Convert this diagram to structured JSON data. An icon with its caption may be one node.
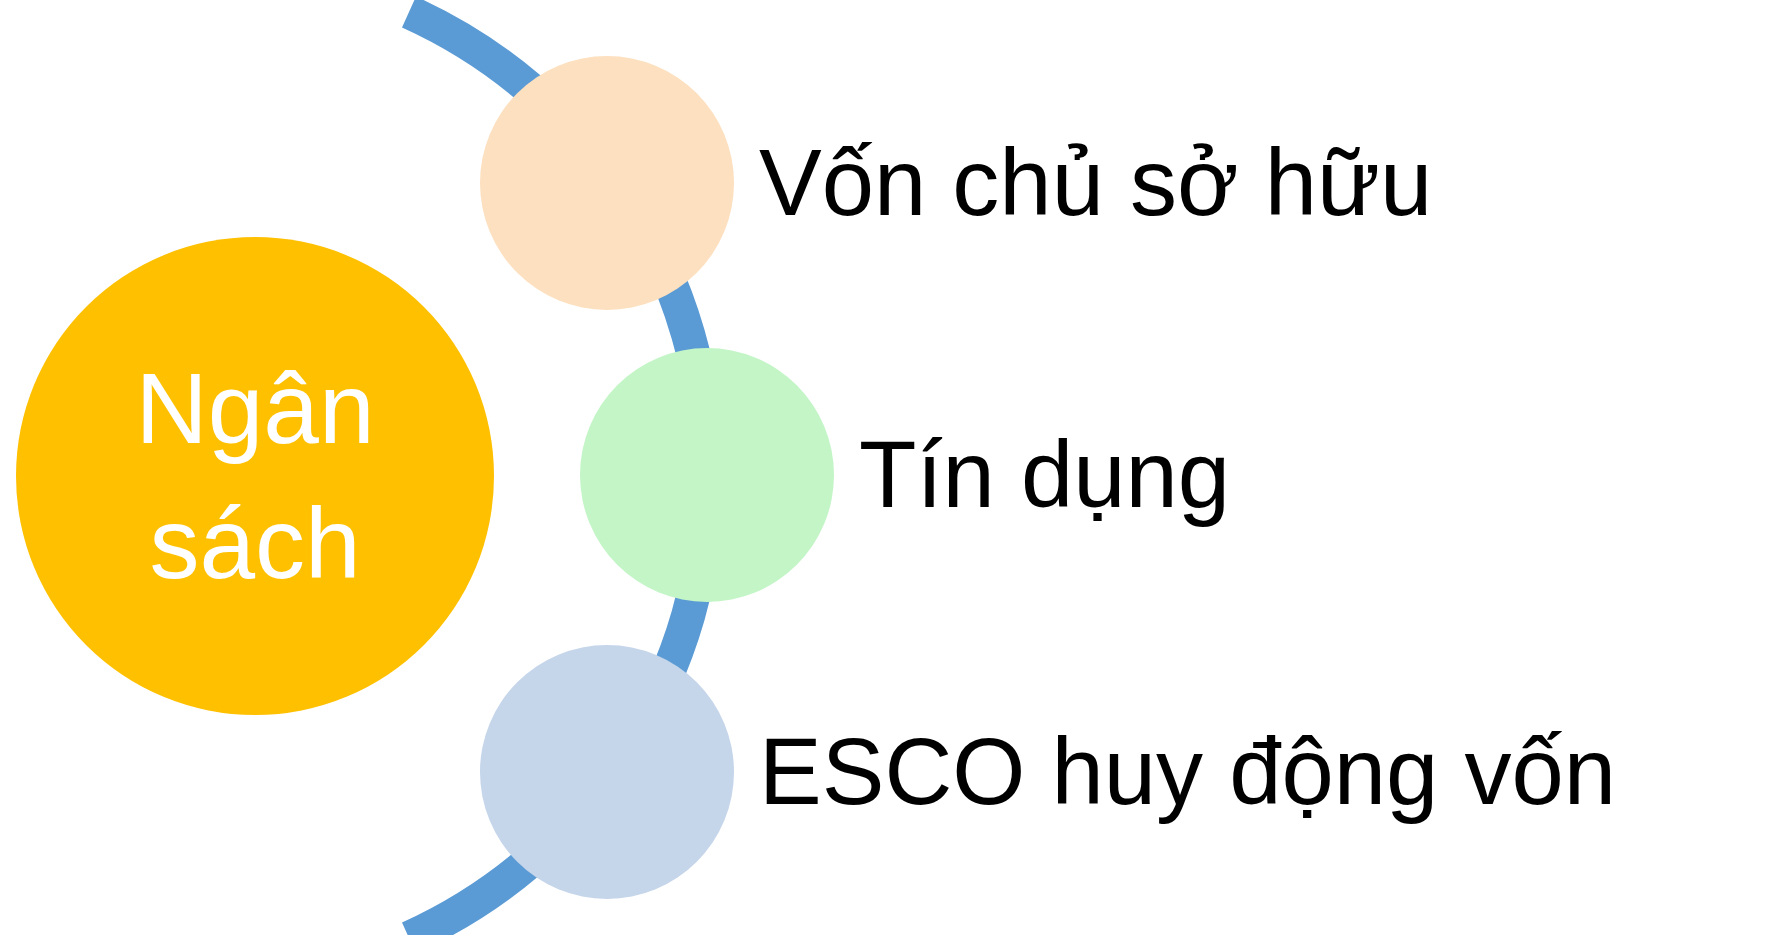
{
  "diagram": {
    "nodes": [
      {
        "text": [
          "Ngân sách"
        ]
      },
      {
        "text": [],
        "shape": "circle",
        "beside": [
          "Vốn chủ sở hữu"
        ]
      },
      {
        "text": [],
        "shape": "circle",
        "beside": [
          "Tín dụng"
        ]
      },
      {
        "text": [],
        "shape": "circle",
        "beside": [
          "ESCO huy động vốn"
        ]
      }
    ],
    "edges": []
  }
}
